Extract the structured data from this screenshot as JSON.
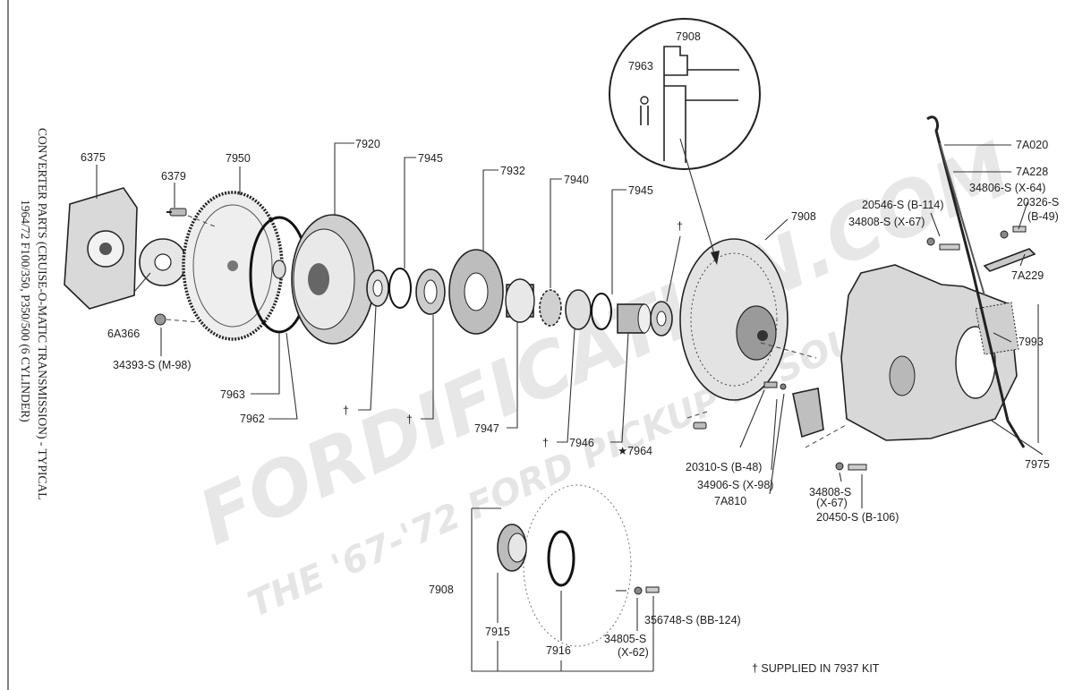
{
  "title": {
    "line1": "CONVERTER PARTS (CRUISE-O-MATIC TRANSMISSION) - TYPICAL",
    "line2": "1964/72   F100/350, P350/500 (6 CYLINDER)"
  },
  "watermark": {
    "main": "FORDIFICATION.COM",
    "sub": "THE '67-'72 FORD PICKUP RESOURCE"
  },
  "footnote": "† SUPPLIED IN 7937 KIT",
  "labels": {
    "p6375": "6375",
    "p6379": "6379",
    "p7950": "7950",
    "p7920": "7920",
    "p7945a": "7945",
    "p7932": "7932",
    "p7940": "7940",
    "p7945b": "7945",
    "dagger": "†",
    "p7908_inset": "7908",
    "p7963_inset": "7963",
    "p7908_main": "7908",
    "p7a020": "7A020",
    "p7a228": "7A228",
    "p34806": "34806-S (X-64)",
    "p20546": "20546-S (B-114)",
    "p34808a": "34808-S (X-67)",
    "p20326a": "20326-S",
    "p20326b": "(B-49)",
    "p7a229": "7A229",
    "p7993": "7993",
    "p7975": "7975",
    "p6a366": "6A366",
    "p34393": "34393-S (M-98)",
    "p7963": "7963",
    "p7962": "7962",
    "p7947": "7947",
    "p7946": "7946",
    "p7964": "★7964",
    "p20310": "20310-S (B-48)",
    "p34906": "34906-S (X-98)",
    "p7a810": "7A810",
    "p34808b_1": "34808-S",
    "p34808b_2": "(X-67)",
    "p20450": "20450-S (B-106)",
    "p7908_sub": "7908",
    "p7915": "7915",
    "p7916": "7916",
    "p34805_1": "34805-S",
    "p34805_2": "(X-62)",
    "p356748": "356748-S (BB-124)"
  }
}
